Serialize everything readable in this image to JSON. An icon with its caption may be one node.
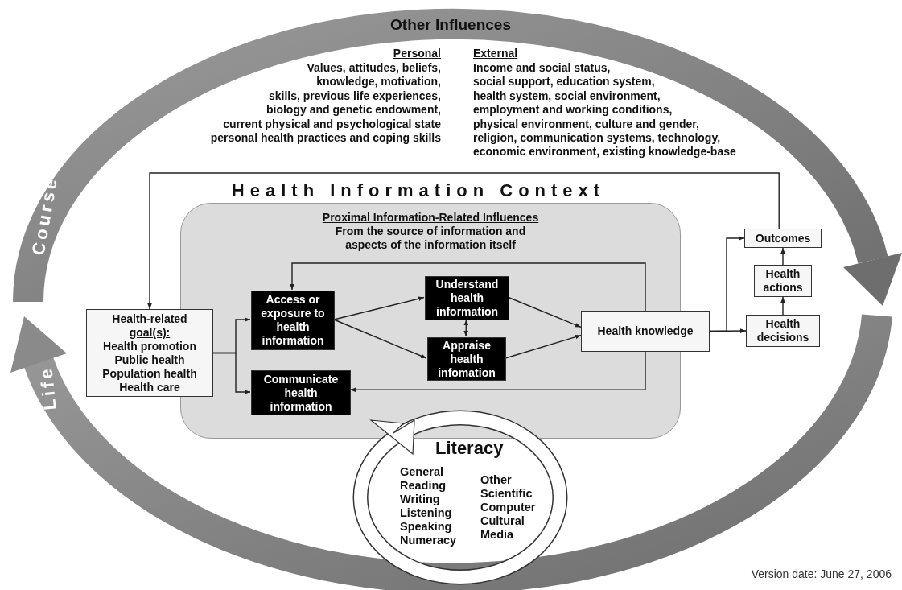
{
  "diagram": {
    "nodes": [
      {
        "text": [
          "Proximal Information-Related Influences",
          "From the source of information and aspects of the information itself"
        ]
      },
      {
        "text": [
          "Health-related goal(s):",
          "Health promotion",
          "Public health",
          "Population health",
          "Health care"
        ]
      },
      {
        "text": [
          "Access or exposure to health information"
        ],
        "in": 0
      },
      {
        "text": [
          "Communicate health information"
        ],
        "in": 0
      },
      {
        "text": [
          "Understand health information"
        ],
        "in": 0
      },
      {
        "text": [
          "Appraise health infomation"
        ],
        "in": 0
      },
      {
        "text": [
          "Health knowledge"
        ]
      },
      {
        "text": [
          "Outcomes"
        ]
      },
      {
        "text": [
          "Health actions"
        ]
      },
      {
        "text": [
          "Health decisions"
        ]
      },
      {
        "text": [
          "Literacy",
          "General",
          "Reading",
          "Writing",
          "Listening",
          "Speaking",
          "Numeracy",
          "Other",
          "Scientific",
          "Computer",
          "Cultural",
          "Media"
        ]
      }
    ],
    "edges": [
      {
        "from": 7,
        "to": 1,
        "arrow": "to"
      },
      {
        "from": 1,
        "to": 2,
        "arrow": "to"
      },
      {
        "from": 1,
        "to": 3,
        "arrow": "to"
      },
      {
        "from": 2,
        "to": 4,
        "arrow": "to"
      },
      {
        "from": 2,
        "to": 5,
        "arrow": "to"
      },
      {
        "from": 4,
        "to": 5,
        "arrow": "both"
      },
      {
        "from": 4,
        "to": 6,
        "arrow": "to"
      },
      {
        "from": 5,
        "to": 6,
        "arrow": "to"
      },
      {
        "from": 6,
        "to": 2,
        "arrow": "to"
      },
      {
        "from": 6,
        "to": 3,
        "arrow": "to"
      },
      {
        "from": 6,
        "to": 7,
        "arrow": "to"
      },
      {
        "from": 6,
        "to": 9,
        "arrow": "to"
      },
      {
        "from": 9,
        "to": 8,
        "arrow": "to"
      },
      {
        "from": 8,
        "to": 7,
        "arrow": "to"
      }
    ],
    "labels": [
      "Other Influences",
      "Personal",
      "Values, attitudes, beliefs,",
      "knowledge, motivation,",
      "skills, previous life experiences,",
      "biology and genetic endowment,",
      "current physical and psychological state",
      "personal health practices and coping skills",
      "External",
      "Income and social status,",
      "social support, education system,",
      "health system, social environment,",
      "employment and working conditions,",
      "physical environment, culture and gender,",
      "religion, communication systems, technology,",
      "economic environment, existing knowledge-base",
      "Health Information Context",
      "Life",
      "Course",
      "Version date: June 27, 2006"
    ]
  }
}
